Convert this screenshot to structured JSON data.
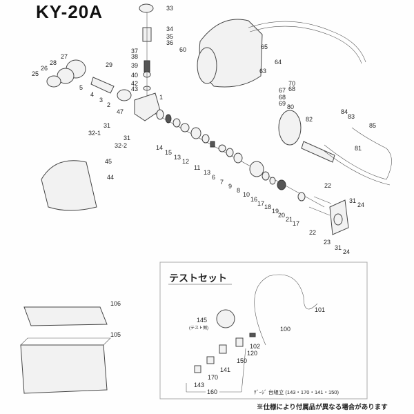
{
  "title": "KY-20A",
  "part_labels": [
    "33",
    "34",
    "35",
    "36",
    "37",
    "38",
    "39",
    "40",
    "42",
    "43",
    "1",
    "60",
    "65",
    "64",
    "63",
    "70",
    "68",
    "67",
    "68",
    "69",
    "27",
    "28",
    "26",
    "25",
    "29",
    "5",
    "4",
    "3",
    "2",
    "47",
    "31",
    "32-1",
    "31",
    "32-2",
    "14",
    "15",
    "13",
    "12",
    "11",
    "13",
    "6",
    "7",
    "9",
    "8",
    "10",
    "16",
    "17",
    "18",
    "19",
    "20",
    "21",
    "17",
    "22",
    "31",
    "24",
    "22",
    "23",
    "31",
    "24",
    "80",
    "82",
    "84",
    "83",
    "85",
    "81",
    "45",
    "44",
    "106",
    "105"
  ],
  "test_set": {
    "title": "テストセット",
    "labels": [
      "145",
      "(テスト側)",
      "101",
      "100",
      "102",
      "120",
      "150",
      "141",
      "170",
      "143",
      "160"
    ],
    "gauge_assembly": "ｹﾞｰｼﾞ 台組立 (143・170・141・150)"
  },
  "note": "※仕様により付属品が異なる場合があります"
}
